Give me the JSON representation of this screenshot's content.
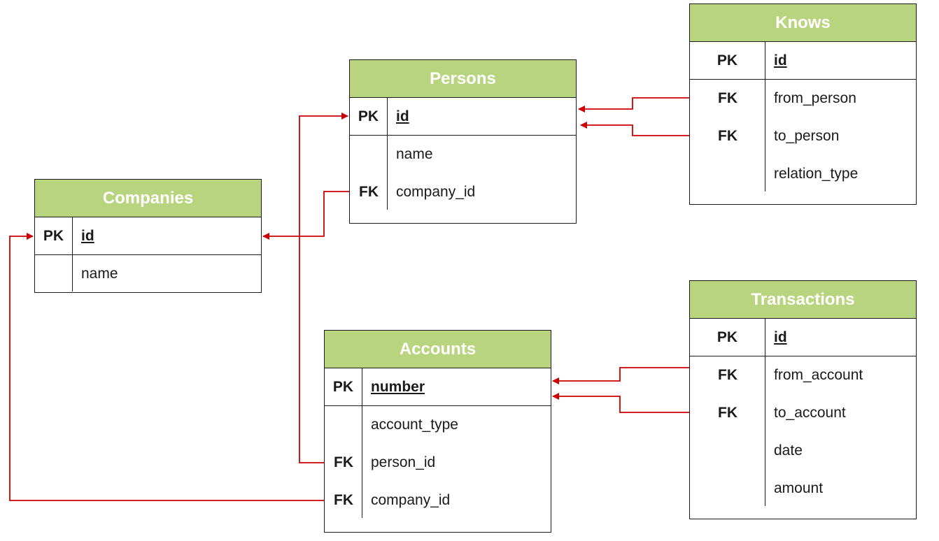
{
  "colors": {
    "header_fill": "#b9d47e",
    "header_text": "#ffffff",
    "border": "#1a1a1a",
    "connector": "#cc0000"
  },
  "tables": {
    "persons": {
      "title": "Persons",
      "pk": {
        "key": "PK",
        "name": "id"
      },
      "fields": [
        {
          "key": "",
          "name": "name"
        },
        {
          "key": "FK",
          "name": "company_id"
        }
      ]
    },
    "companies": {
      "title": "Companies",
      "pk": {
        "key": "PK",
        "name": "id"
      },
      "fields": [
        {
          "key": "",
          "name": "name"
        }
      ]
    },
    "knows": {
      "title": "Knows",
      "pk": {
        "key": "PK",
        "name": "id"
      },
      "fields": [
        {
          "key": "FK",
          "name": "from_person"
        },
        {
          "key": "FK",
          "name": "to_person"
        },
        {
          "key": "",
          "name": "relation_type"
        }
      ]
    },
    "accounts": {
      "title": "Accounts",
      "pk": {
        "key": "PK",
        "name": "number"
      },
      "fields": [
        {
          "key": "",
          "name": "account_type"
        },
        {
          "key": "FK",
          "name": "person_id"
        },
        {
          "key": "FK",
          "name": "company_id"
        }
      ]
    },
    "transactions": {
      "title": "Transactions",
      "pk": {
        "key": "PK",
        "name": "id"
      },
      "fields": [
        {
          "key": "FK",
          "name": "from_account"
        },
        {
          "key": "FK",
          "name": "to_account"
        },
        {
          "key": "",
          "name": "date"
        },
        {
          "key": "",
          "name": "amount"
        }
      ]
    }
  },
  "relationships": [
    {
      "from": "persons.company_id",
      "to": "companies.id"
    },
    {
      "from": "knows.from_person",
      "to": "persons.id"
    },
    {
      "from": "knows.to_person",
      "to": "persons.id"
    },
    {
      "from": "accounts.person_id",
      "to": "persons.id"
    },
    {
      "from": "accounts.company_id",
      "to": "companies.id"
    },
    {
      "from": "transactions.from_account",
      "to": "accounts.number"
    },
    {
      "from": "transactions.to_account",
      "to": "accounts.number"
    }
  ]
}
